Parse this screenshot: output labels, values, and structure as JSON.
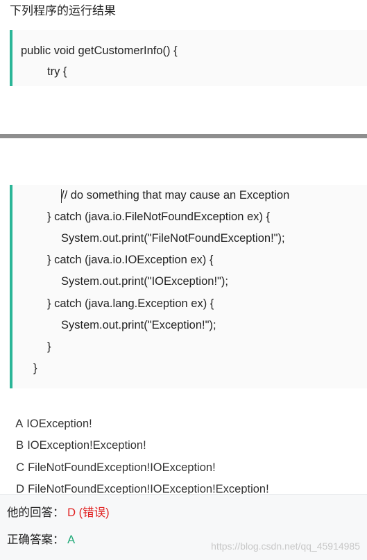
{
  "question": {
    "title": "下列程序的运行结果"
  },
  "code_top": [
    "public void getCustomerInfo() {",
    "try {"
  ],
  "code_bottom": [
    "// do something that may cause an Exception",
    "} catch (java.io.FileNotFoundException ex) {",
    "System.out.print(\"FileNotFoundException!\");",
    "} catch (java.io.IOException ex) {",
    "System.out.print(\"IOException!\");",
    "} catch (java.lang.Exception ex) {",
    "System.out.print(\"Exception!\");",
    "}",
    "}"
  ],
  "options": [
    {
      "letter": "A",
      "text": "IOException!"
    },
    {
      "letter": "B",
      "text": "IOException!Exception!"
    },
    {
      "letter": "C",
      "text": "FileNotFoundException!IOException!"
    },
    {
      "letter": "D",
      "text": "FileNotFoundException!IOException!Exception!"
    }
  ],
  "answer": {
    "user_label": "他的回答：",
    "user_value": "D (错误)",
    "correct_label": "正确答案：",
    "correct_value": "A"
  },
  "watermark": "https://blog.csdn.net/qq_45914985",
  "colors": {
    "code_border": "#2bb597",
    "wrong": "#e02020",
    "correct": "#20a978"
  }
}
